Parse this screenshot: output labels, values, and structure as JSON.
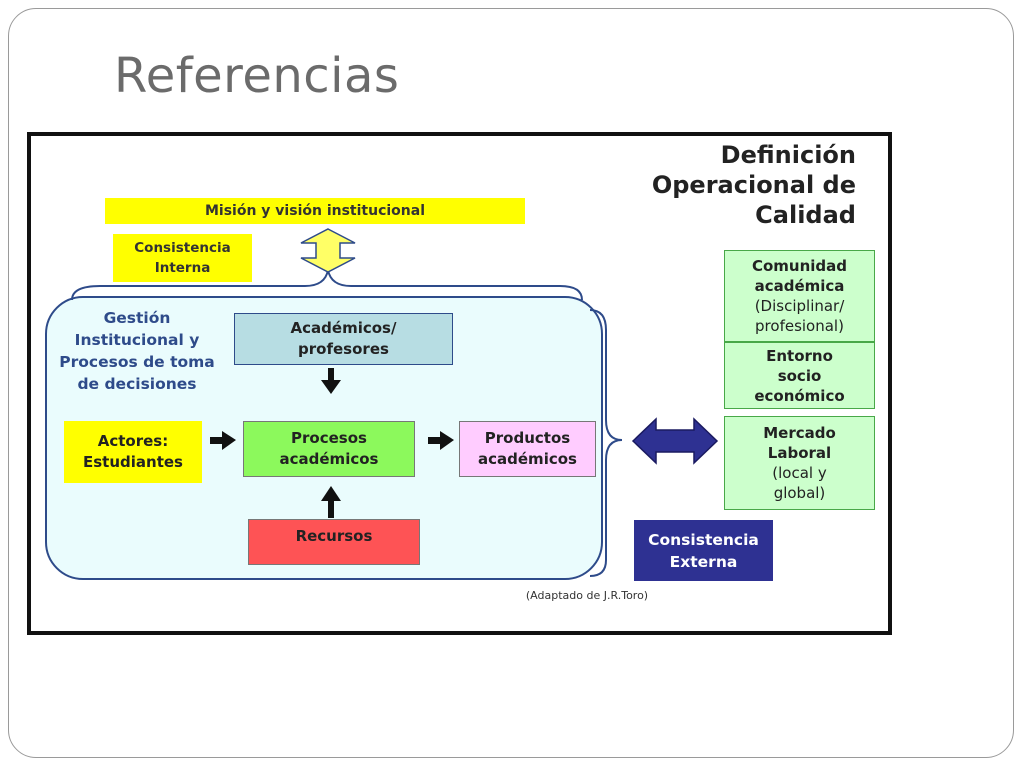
{
  "slide": {
    "title": "Referencias"
  },
  "diagram": {
    "title_lines": [
      "Definición",
      "Operacional de",
      "Calidad"
    ],
    "mision": "Misión y visión institucional",
    "consistencia_interna_lines": [
      "Consistencia",
      "Interna"
    ],
    "gestion_lines": [
      "Gestión",
      "Institucional y",
      "Procesos de toma",
      "de decisiones"
    ],
    "academicos_lines": [
      "Académicos/",
      "profesores"
    ],
    "actores_lines": [
      "Actores:",
      "Estudiantes"
    ],
    "procesos_lines": [
      "Procesos",
      "académicos"
    ],
    "productos_lines": [
      "Productos",
      "académicos"
    ],
    "recursos": "Recursos",
    "comunidad": {
      "bold_lines": [
        "Comunidad",
        "académica"
      ],
      "plain_lines": [
        "(Disciplinar/",
        "profesional)"
      ]
    },
    "entorno_lines": [
      "Entorno",
      "socio",
      "económico"
    ],
    "mercado": {
      "bold_lines": [
        "Mercado",
        "Laboral"
      ],
      "plain_lines": [
        "(local y",
        "global)"
      ]
    },
    "consistencia_externa_lines": [
      "Consistencia",
      "Externa"
    ],
    "credit": "(Adaptado de J.R.Toro)"
  },
  "colors": {
    "yellow": "#ffff00",
    "navy": "#2e3192",
    "green_light": "#ccffcc",
    "green_bright": "#8cf95c",
    "pink": "#ffccff",
    "red": "#fe5355",
    "teal_light": "#b7dde3",
    "area_blue": "#eafcfd"
  }
}
